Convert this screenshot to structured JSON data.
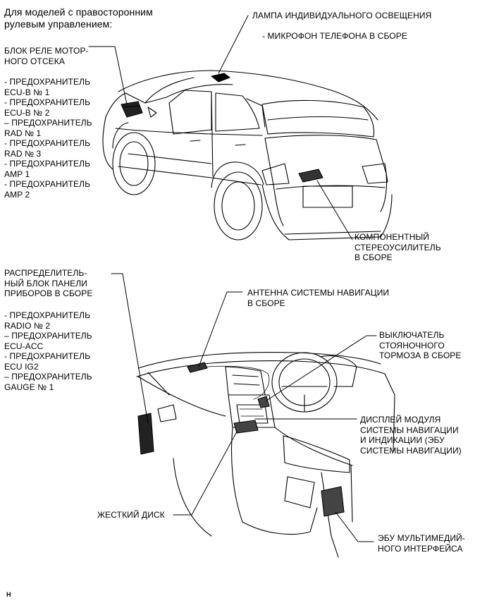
{
  "heading": "Для моделей с правосторонним\nрулевым управлением:",
  "labels": {
    "relay_block": "БЛОК РЕЛЕ МОТОР-\nНОГО ОТСЕКА",
    "relay_fuses": "- ПРЕДОХРАНИТЕЛЬ\nECU-B № 1\n- ПРЕДОХРАНИТЕЛЬ\nECU-B № 2\n– ПРЕДОХРАНИТЕЛЬ\nRAD № 1\n- ПРЕДОХРАНИТЕЛЬ\nRAD № 3\n- ПРЕДОХРАНИТЕЛЬ\nAMP 1\n- ПРЕДОХРАНИТЕЛЬ\nAMP 2",
    "lamp": "ЛАМПА ИНДИВИДУАЛЬНОГО ОСВЕЩЕНИЯ",
    "microphone": "- МИКРОФОН ТЕЛЕФОНА В СБОРЕ",
    "amplifier": "КОМПОНЕНТНЫЙ\nСТЕРЕОУСИЛИТЕЛЬ\nВ СБОРЕ",
    "junction_block": "РАСПРЕДЕЛИТЕЛЬ-\nНЫЙ БЛОК ПАНЕЛИ\nПРИБОРОВ В СБОРЕ",
    "junction_fuses": "- ПРЕДОХРАНИТЕЛЬ\nRADIO № 2\n– ПРЕДОХРАНИТЕЛЬ\nECU-ACC\n- ПРЕДОХРАНИТЕЛЬ\nECU IG2\n– ПРЕДОХРАНИТЕЛЬ\nGAUGE № 1",
    "antenna": "АНТЕННА СИСТЕМЫ НАВИГАЦИИ\nВ СБОРЕ",
    "parking_switch": "ВЫКЛЮЧАТЕЛЬ\nСТОЯНОЧНОГО\nТОРМОЗА В СБОРЕ",
    "nav_display": "ДИСПЛЕЙ МОДУЛЯ\nСИСТЕМЫ НАВИГАЦИИ\nИ ИНДИКАЦИИ (ЭБУ\nСИСТЕМЫ НАВИГАЦИИ)",
    "hard_disk": "ЖЕСТКИЙ ДИСК",
    "multimedia_ecu": "ЭБУ МУЛЬТИМЕДИЙ-\nНОГО ИНТЕРФЕЙСА"
  },
  "corner_mark": "H"
}
